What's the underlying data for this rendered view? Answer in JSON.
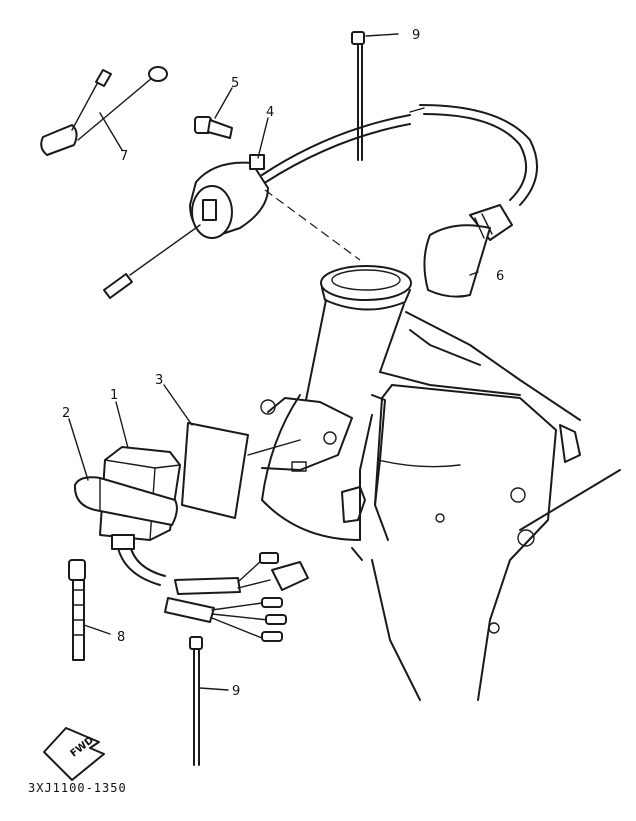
{
  "callouts": {
    "c1": "1",
    "c2": "2",
    "c3": "3",
    "c4": "4",
    "c5": "5",
    "c6": "6",
    "c7": "7",
    "c8": "8",
    "c9_top": "9",
    "c9_bottom": "9"
  },
  "fwd_label": "FWD",
  "drawing_code": "3XJ1100-1350"
}
